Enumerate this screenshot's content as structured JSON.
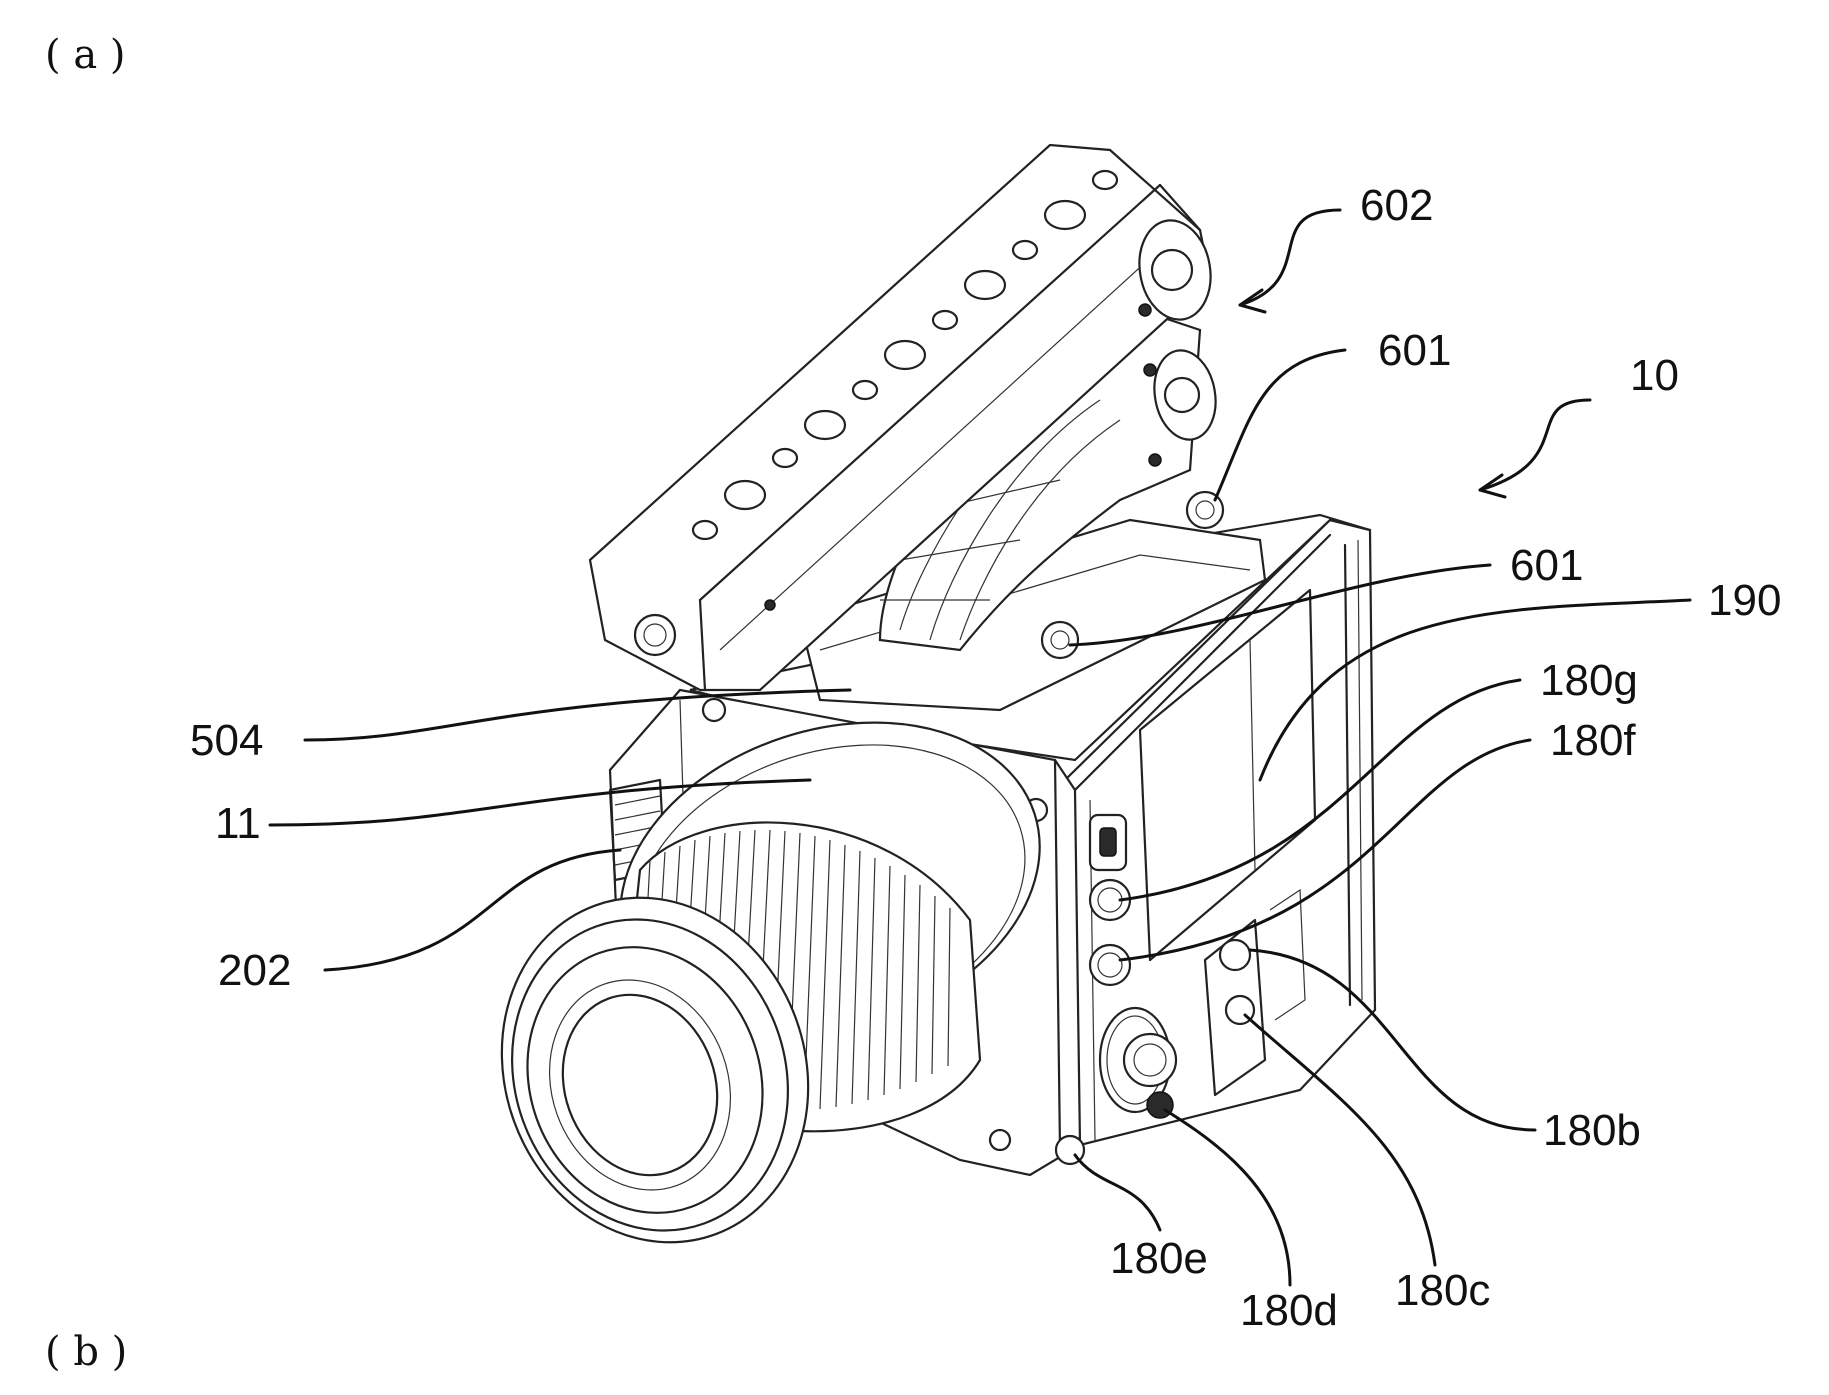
{
  "panels": {
    "a": "( a )",
    "b": "( b )"
  },
  "refs": {
    "r602": "602",
    "r601_top": "601",
    "r10": "10",
    "r601_mid": "601",
    "r190": "190",
    "r180g": "180g",
    "r180f": "180f",
    "r504": "504",
    "r11": "11",
    "r202": "202",
    "r180b": "180b",
    "r180e": "180e",
    "r180d": "180d",
    "r180c": "180c"
  }
}
